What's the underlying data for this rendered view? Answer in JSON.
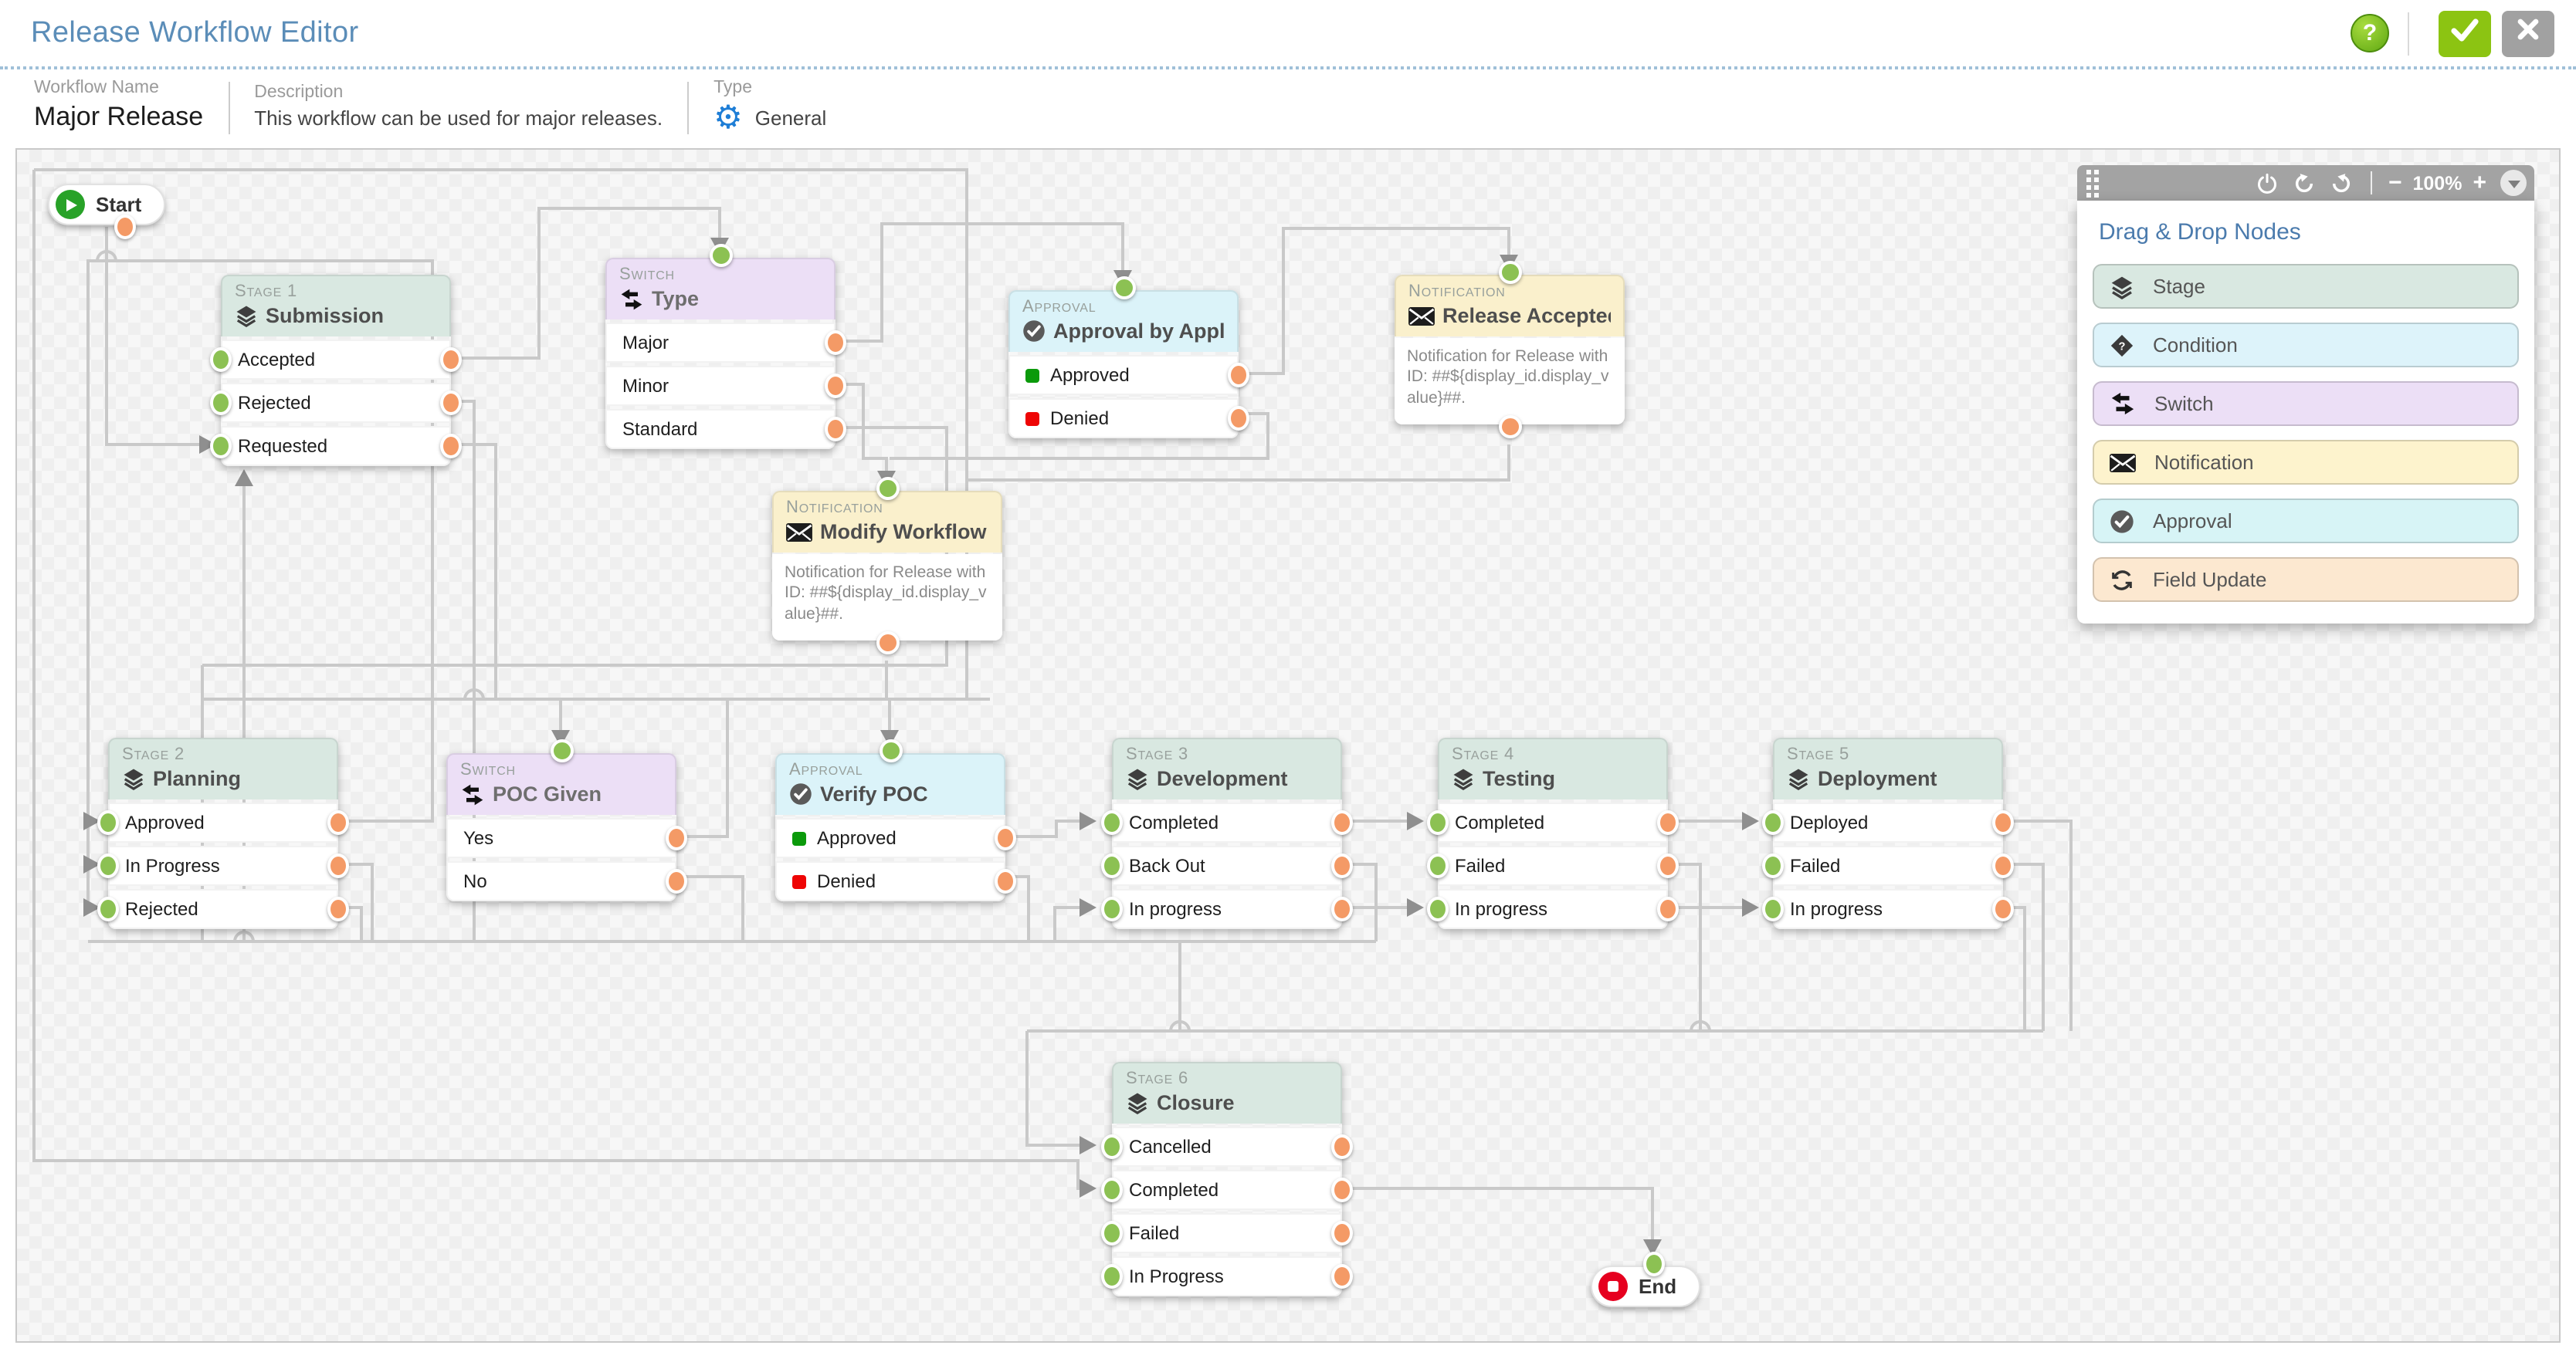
{
  "header": {
    "title": "Release Workflow Editor",
    "help_label": "?"
  },
  "meta": {
    "name_label": "Workflow Name",
    "name_value": "Major Release",
    "description_label": "Description",
    "description_value": "This workflow can be used for major releases.",
    "type_label": "Type",
    "type_value": "General",
    "type_icon": "gear-icon"
  },
  "toolbar": {
    "zoom_level": "100%",
    "zoom_out": "−",
    "zoom_in": "+",
    "icons": [
      "drag-handle",
      "power-icon",
      "undo-icon",
      "redo-icon",
      "zoom-out",
      "zoom-in",
      "collapse-icon"
    ]
  },
  "palette": {
    "title": "Drag & Drop Nodes",
    "items": [
      {
        "label": "Stage",
        "color": "#d9e8e1",
        "icon": "layers-icon"
      },
      {
        "label": "Condition",
        "color": "#ddf3fa",
        "icon": "condition-diamond-icon"
      },
      {
        "label": "Switch",
        "color": "#ecdff6",
        "icon": "switch-arrows-icon"
      },
      {
        "label": "Notification",
        "color": "#fdf3cd",
        "icon": "envelope-icon"
      },
      {
        "label": "Approval",
        "color": "#d7f4f6",
        "icon": "check-circle-icon"
      },
      {
        "label": "Field Update",
        "color": "#fce8d0",
        "icon": "refresh-icon"
      }
    ]
  },
  "nodes": {
    "start": {
      "label": "Start"
    },
    "end": {
      "label": "End"
    },
    "stage1": {
      "kind": "Stage 1",
      "title": "Submission",
      "rows": [
        "Accepted",
        "Rejected",
        "Requested"
      ]
    },
    "switch_type": {
      "kind": "Switch",
      "title": "Type",
      "rows": [
        "Major",
        "Minor",
        "Standard"
      ]
    },
    "approval_appli": {
      "kind": "Approval",
      "title": "Approval by Appli...",
      "rows": [
        {
          "label": "Approved",
          "status": "approved"
        },
        {
          "label": "Denied",
          "status": "denied"
        }
      ]
    },
    "notif_accepted": {
      "kind": "Notification",
      "title": "Release Accepted",
      "body": "Notification for Release with ID: ##${display_id.display_value}##."
    },
    "notif_modify": {
      "kind": "Notification",
      "title": "Modify Workflow",
      "body": "Notification for Release with ID: ##${display_id.display_value}##."
    },
    "stage2": {
      "kind": "Stage 2",
      "title": "Planning",
      "rows": [
        "Approved",
        "In Progress",
        "Rejected"
      ]
    },
    "switch_poc": {
      "kind": "Switch",
      "title": "POC Given",
      "rows": [
        "Yes",
        "No"
      ]
    },
    "approval_verify": {
      "kind": "Approval",
      "title": "Verify POC",
      "rows": [
        {
          "label": "Approved",
          "status": "approved"
        },
        {
          "label": "Denied",
          "status": "denied"
        }
      ]
    },
    "stage3": {
      "kind": "Stage 3",
      "title": "Development",
      "rows": [
        "Completed",
        "Back Out",
        "In progress"
      ]
    },
    "stage4": {
      "kind": "Stage 4",
      "title": "Testing",
      "rows": [
        "Completed",
        "Failed",
        "In progress"
      ]
    },
    "stage5": {
      "kind": "Stage 5",
      "title": "Deployment",
      "rows": [
        "Deployed",
        "Failed",
        "In progress"
      ]
    },
    "stage6": {
      "kind": "Stage 6",
      "title": "Closure",
      "rows": [
        "Cancelled",
        "Completed",
        "Failed",
        "In Progress"
      ]
    }
  },
  "colors": {
    "title_blue": "#5b8db8",
    "confirm_green": "#8cc412",
    "close_gray": "#a1a1a1",
    "stage_header": "#d9e8e1",
    "switch_header": "#ecdff6",
    "approval_header": "#dbf3f9",
    "notification_header": "#faf0cc",
    "condition_item": "#ddf3fa",
    "field_update_item": "#fce8d0",
    "input_port_green": "#8cc153",
    "output_port_orange": "#f49a66",
    "connector_gray": "#c9c9c9",
    "approved_square": "#0b9a0b",
    "denied_square": "#ee0505"
  }
}
